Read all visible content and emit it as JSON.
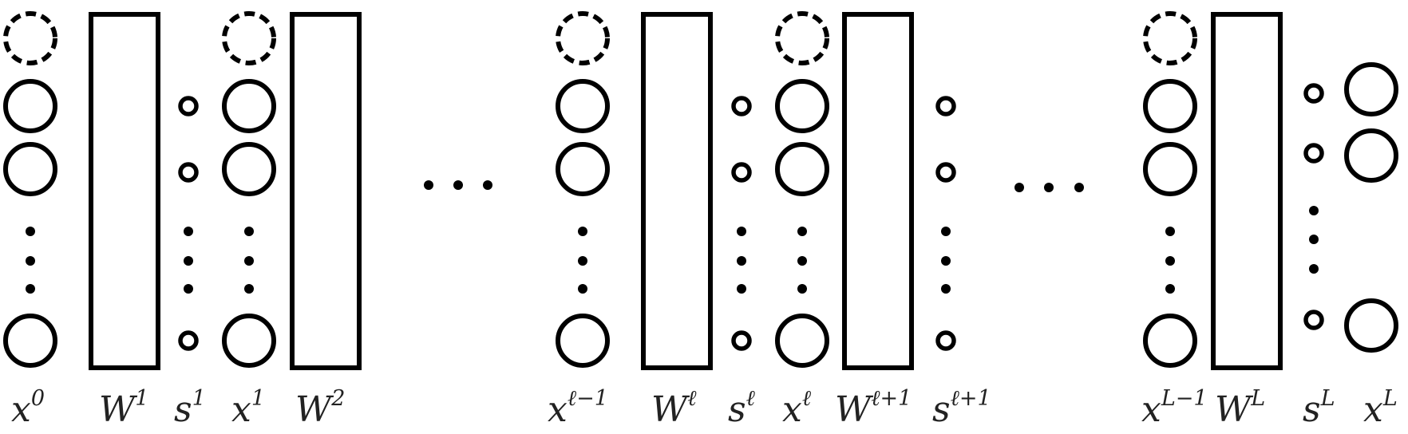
{
  "labels": {
    "x0": {
      "base": "x",
      "sup": "0"
    },
    "W1": {
      "base": "W",
      "sup": "1"
    },
    "s1": {
      "base": "s",
      "sup": "1"
    },
    "x1": {
      "base": "x",
      "sup": "1"
    },
    "W2": {
      "base": "W",
      "sup": "2"
    },
    "xlm1": {
      "base": "x",
      "sup": "ℓ−1"
    },
    "Wl": {
      "base": "W",
      "sup": "ℓ"
    },
    "sl": {
      "base": "s",
      "sup": "ℓ"
    },
    "xl": {
      "base": "x",
      "sup": "ℓ"
    },
    "Wlp1": {
      "base": "W",
      "sup": "ℓ+1"
    },
    "slp1": {
      "base": "s",
      "sup": "ℓ+1"
    },
    "xLm1": {
      "base": "x",
      "sup": "L−1"
    },
    "WL": {
      "base": "W",
      "sup": "L"
    },
    "sL": {
      "base": "s",
      "sup": "L"
    },
    "xL": {
      "base": "x",
      "sup": "L"
    }
  },
  "ink_color": "#000000"
}
